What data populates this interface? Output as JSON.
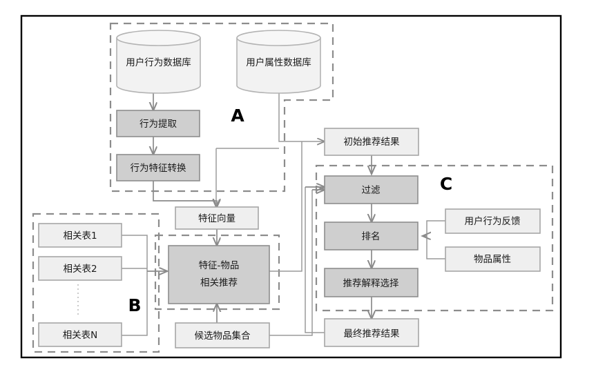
{
  "diagram": {
    "title_visible": false,
    "groups": [
      {
        "id": "A",
        "label": "A"
      },
      {
        "id": "B",
        "label": "B"
      },
      {
        "id": "C",
        "label": "C"
      }
    ],
    "nodes": {
      "user_behavior_db": "用户行为数据库",
      "user_profile_db": "用户属性数据库",
      "behavior_extract": "行为提取",
      "behavior_feature_transform": "行为特征转换",
      "feature_vector": "特征向量",
      "related_table_1": "相关表1",
      "related_table_2": "相关表2",
      "related_table_n": "相关表N",
      "feature_item_rec_line1": "特征-物品",
      "feature_item_rec_line2": "相关推荐",
      "candidate_item_set": "候选物品集合",
      "initial_rec_result": "初始推荐结果",
      "filter": "过滤",
      "ranking": "排名",
      "rec_explain_select": "推荐解释选择",
      "final_rec_result": "最终推荐结果",
      "user_behavior_feedback": "用户行为反馈",
      "item_attribute": "物品属性"
    },
    "colors": {
      "box_light_fill": "#efefef",
      "box_dark_fill": "#cfcfcf",
      "box_stroke": "#a6a6a6",
      "cylinder_fill": "#f2f2f2",
      "dashed_group_stroke": "#8c8c8c",
      "connector_stroke": "#9a9a9a",
      "frame_stroke": "#000000",
      "text_color": "#1a1a1a"
    }
  }
}
